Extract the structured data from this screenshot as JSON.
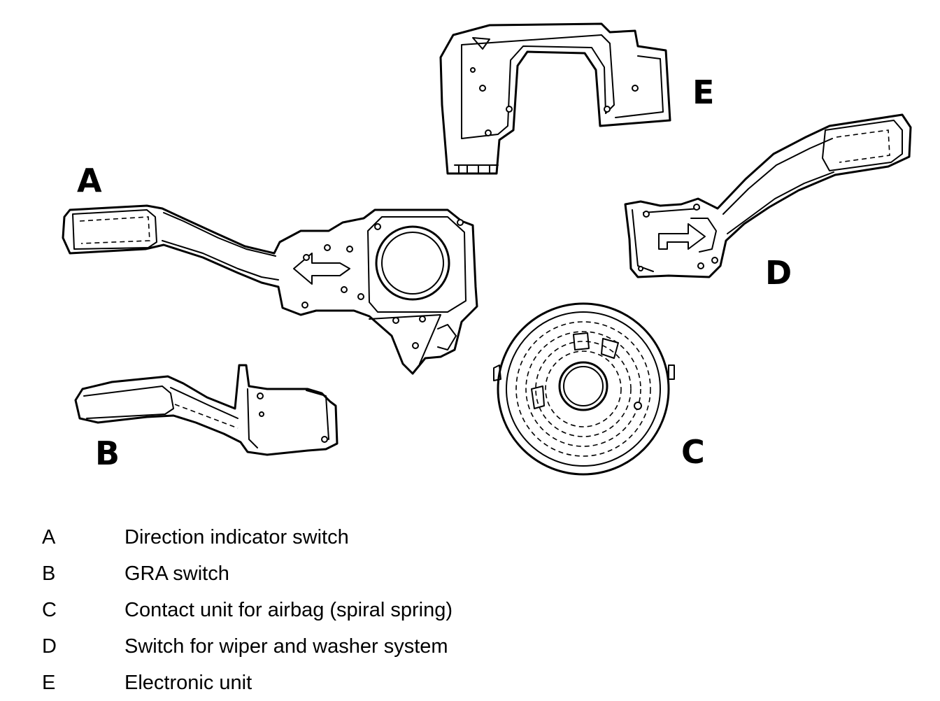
{
  "diagram": {
    "part_labels": {
      "a": "A",
      "b": "B",
      "c": "C",
      "d": "D",
      "e": "E"
    }
  },
  "legend": {
    "items": [
      {
        "key": "A",
        "description": "Direction indicator switch"
      },
      {
        "key": "B",
        "description": "GRA switch"
      },
      {
        "key": "C",
        "description": "Contact unit for airbag (spiral spring)"
      },
      {
        "key": "D",
        "description": "Switch for wiper and washer system"
      },
      {
        "key": "E",
        "description": "Electronic unit"
      }
    ]
  }
}
